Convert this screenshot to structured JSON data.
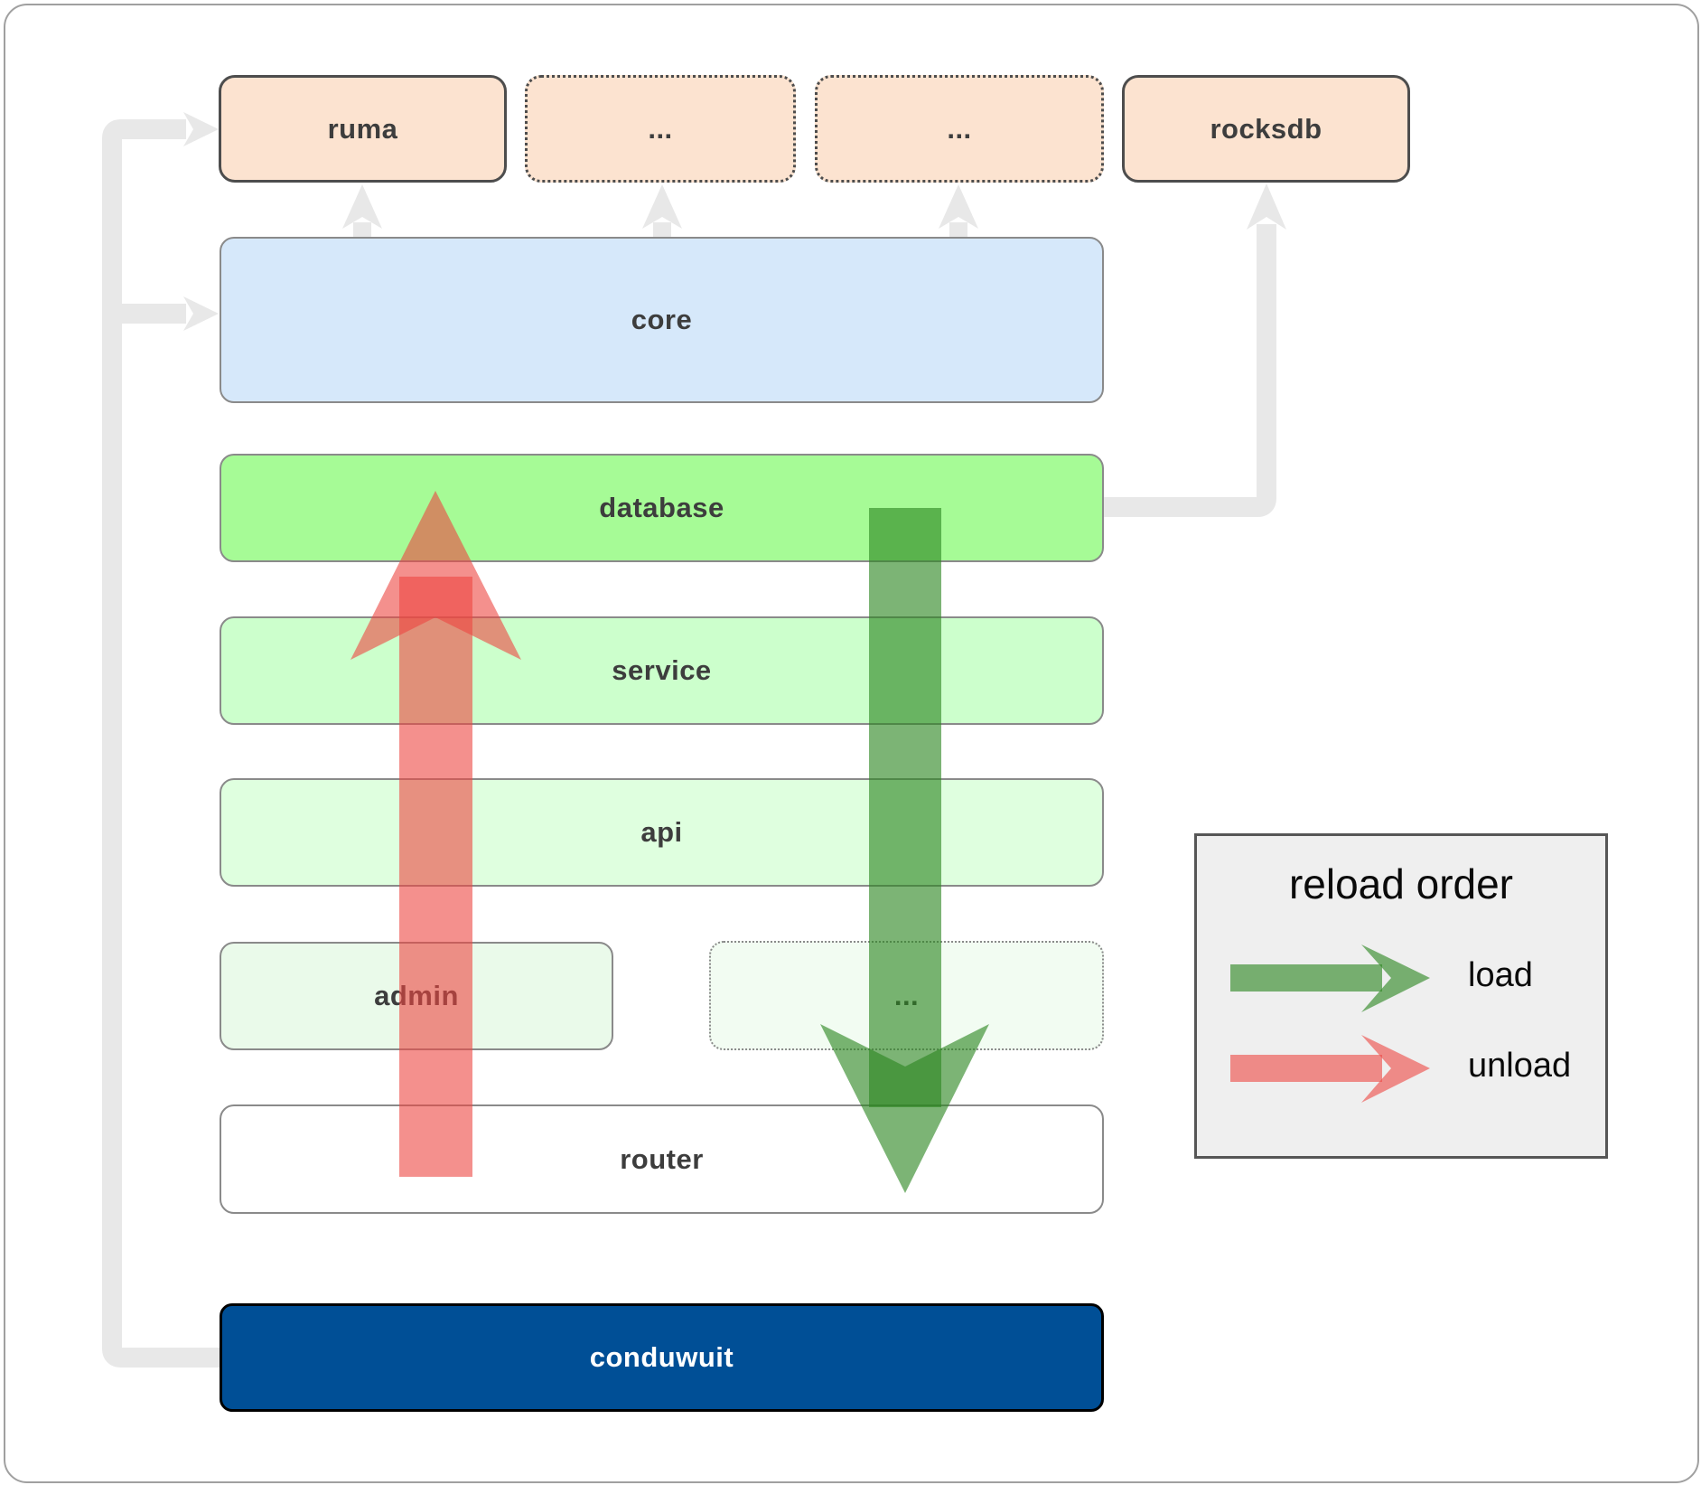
{
  "diagram": {
    "top_row": [
      {
        "id": "ruma",
        "label": "ruma"
      },
      {
        "id": "dots-1",
        "label": "..."
      },
      {
        "id": "dots-2",
        "label": "..."
      },
      {
        "id": "rocksdb",
        "label": "rocksdb"
      }
    ],
    "stack": [
      {
        "id": "core",
        "label": "core"
      },
      {
        "id": "database",
        "label": "database"
      },
      {
        "id": "service",
        "label": "service"
      },
      {
        "id": "api",
        "label": "api"
      },
      {
        "id": "admin",
        "label": "admin"
      },
      {
        "id": "dots-3",
        "label": "..."
      },
      {
        "id": "router",
        "label": "router"
      },
      {
        "id": "conduwuit",
        "label": "conduwuit"
      }
    ],
    "legend": {
      "title": "reload order",
      "items": [
        {
          "label": "load",
          "color": "#2b8621"
        },
        {
          "label": "unload",
          "color": "#ed4641"
        }
      ]
    },
    "colors": {
      "arrow_load_green": "#2b8621",
      "arrow_unload_red": "#ed4641",
      "connector_gray": "#e8e8e8",
      "core_blue": "#d6e8fa",
      "database_green": "#a6fb96",
      "service_green": "#ccffcc",
      "api_green": "#dfffdf",
      "admin_green": "#eafaea",
      "conduwuit_blue": "#004f96",
      "module_peach": "#fce3d0",
      "legend_bg": "#efefef"
    }
  }
}
